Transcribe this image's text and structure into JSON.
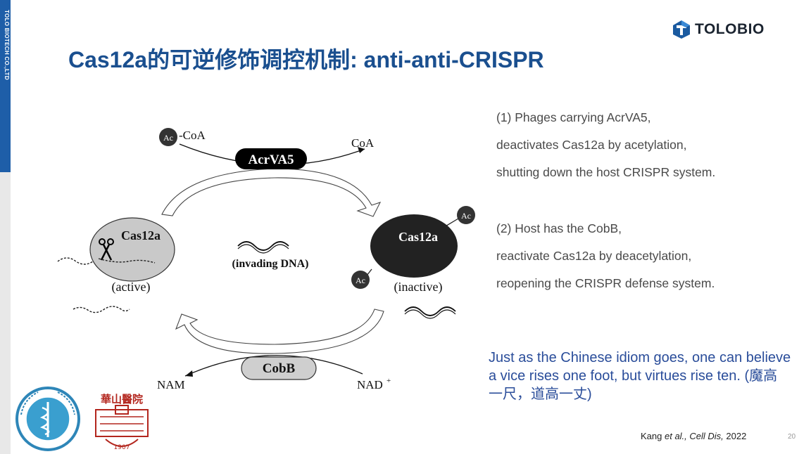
{
  "sidebar": {
    "company": "TOLO BIOTECH CO.,LTD"
  },
  "header": {
    "title": "Cas12a的可逆修饰调控机制: anti-anti-CRISPR",
    "brand": "TOLOBIO"
  },
  "diagram": {
    "acetyl_label": "Ac",
    "acetyl_coa_suffix": "-CoA",
    "coa": "CoA",
    "acrva5": "AcrVA5",
    "cas12a": "Cas12a",
    "active": "(active)",
    "inactive": "(inactive)",
    "invading_dna": "(invading DNA)",
    "cobb": "CobB",
    "nam": "NAM",
    "nad": "NAD",
    "nad_sup": "+"
  },
  "notes": {
    "point1": [
      "(1) Phages carrying AcrVA5,",
      "deactivates Cas12a by acetylation,",
      "shutting down the host CRISPR system."
    ],
    "point2": [
      "(2) Host has the CobB,",
      "reactivate Cas12a by deacetylation,",
      "reopening the CRISPR defense system."
    ]
  },
  "idiom": "Just as the Chinese idiom goes, one can believe a vice rises one foot, but virtues rise ten. (魔高一尺，道高一丈)",
  "citation": {
    "author": "Kang ",
    "etal": "et al.,",
    "journal": " Cell Dis,",
    "year": " 2022"
  },
  "page_number": "20",
  "seals": {
    "hospital2_name": "華山醫院",
    "hospital2_year": "1907"
  },
  "colors": {
    "title": "#1a4f8f",
    "sidebar": "#1e5ea8",
    "idiom": "#2a4d9a"
  }
}
